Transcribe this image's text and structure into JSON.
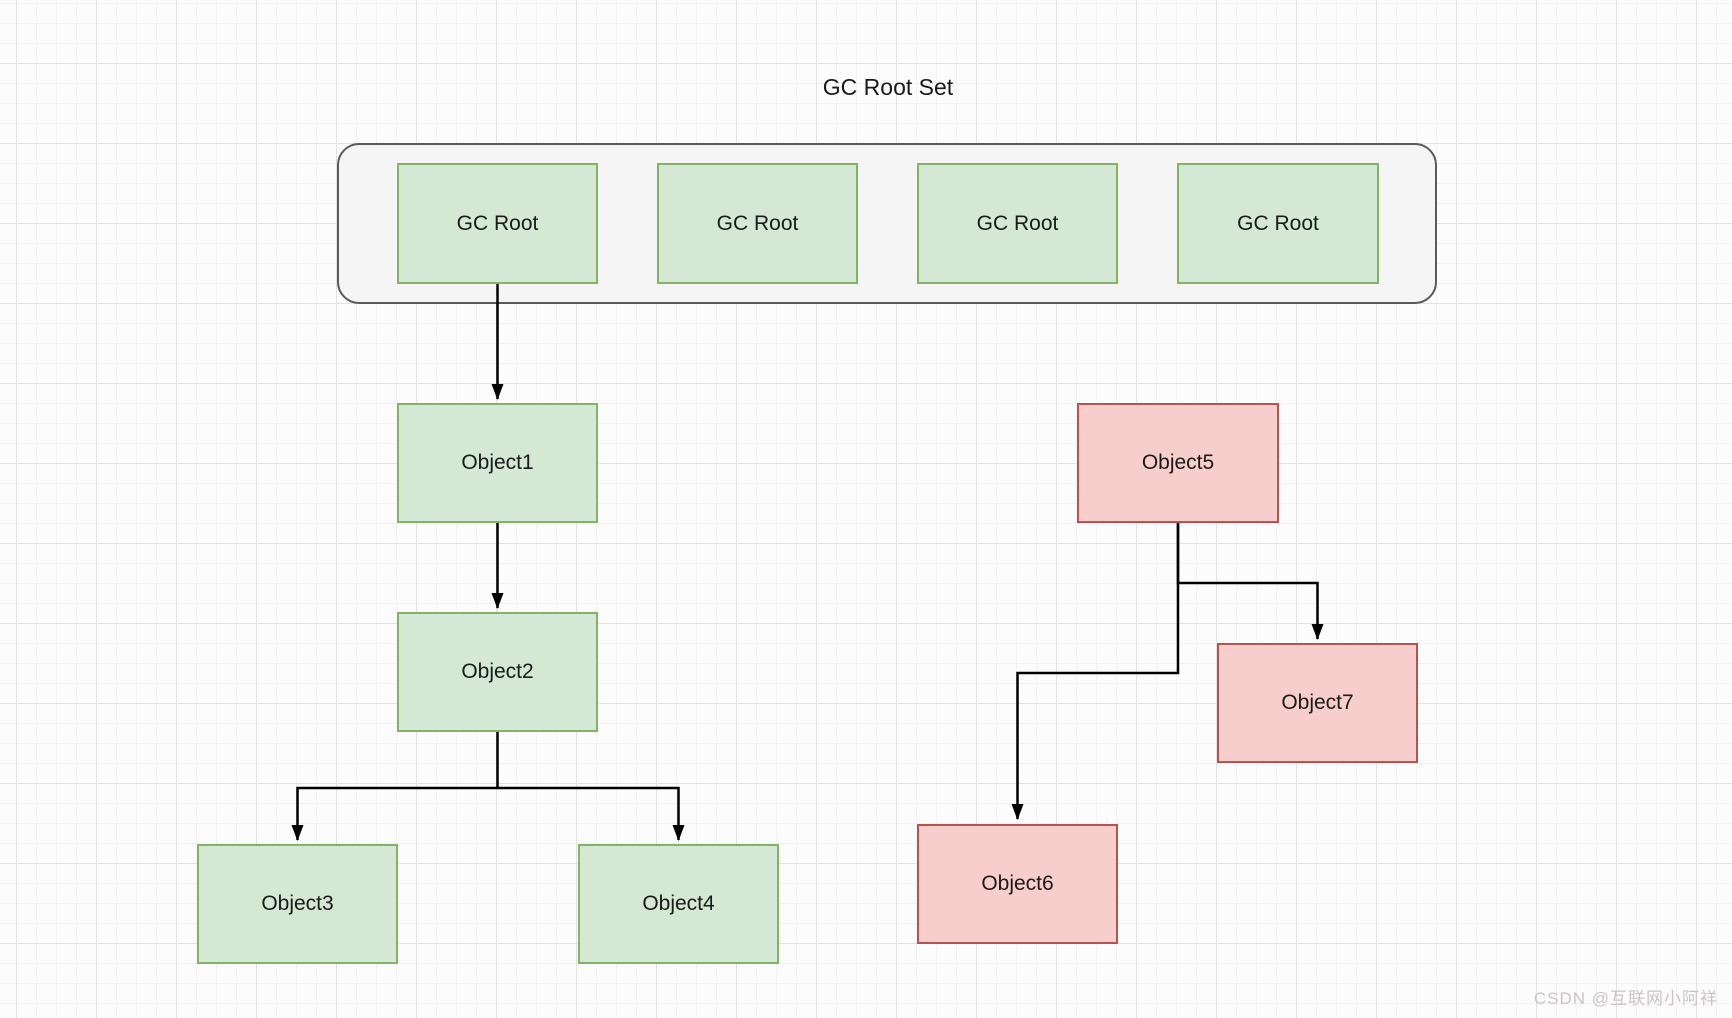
{
  "diagram": {
    "title": "GC Root Set",
    "gc_root_set": {
      "roots": [
        {
          "label": "GC Root"
        },
        {
          "label": "GC Root"
        },
        {
          "label": "GC Root"
        },
        {
          "label": "GC Root"
        }
      ]
    },
    "nodes": [
      {
        "id": "object1",
        "label": "Object1",
        "state": "reachable"
      },
      {
        "id": "object2",
        "label": "Object2",
        "state": "reachable"
      },
      {
        "id": "object3",
        "label": "Object3",
        "state": "reachable"
      },
      {
        "id": "object4",
        "label": "Object4",
        "state": "reachable"
      },
      {
        "id": "object5",
        "label": "Object5",
        "state": "unreachable"
      },
      {
        "id": "object6",
        "label": "Object6",
        "state": "unreachable"
      },
      {
        "id": "object7",
        "label": "Object7",
        "state": "unreachable"
      }
    ],
    "edges": [
      {
        "from": "gc-root-1",
        "to": "object1"
      },
      {
        "from": "object1",
        "to": "object2"
      },
      {
        "from": "object2",
        "to": "object3"
      },
      {
        "from": "object2",
        "to": "object4"
      },
      {
        "from": "object5",
        "to": "object7"
      },
      {
        "from": "object5",
        "to": "object6"
      }
    ]
  },
  "colors": {
    "reachable_fill": "#d5e8d4",
    "reachable_border": "#82b366",
    "unreachable_fill": "#f8cecc",
    "unreachable_border": "#b85450",
    "container_fill": "#f5f5f5",
    "container_border": "#5a5a5a",
    "connector": "#000000"
  },
  "watermark": {
    "text": "CSDN @互联网小阿祥"
  }
}
